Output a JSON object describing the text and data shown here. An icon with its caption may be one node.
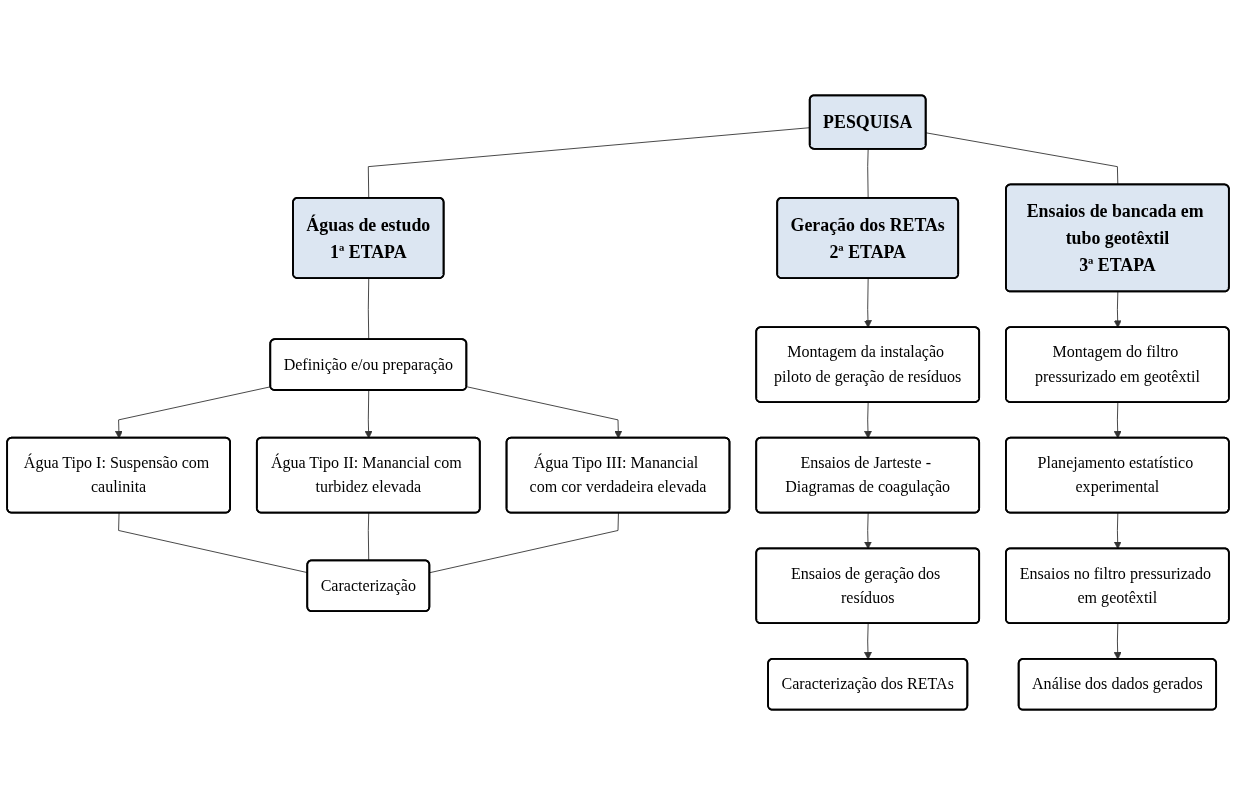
{
  "diagram": {
    "nodes": [
      {
        "text": [
          "PESQUISA"
        ]
      },
      {
        "text": [
          "Águas de estudo",
          "1ª ETAPA"
        ]
      },
      {
        "text": [
          "Geração dos RETAs",
          "2ª ETAPA"
        ]
      },
      {
        "text": [
          "Ensaios de bancada em tubo geotêxtil",
          "3ª ETAPA"
        ]
      },
      {
        "text": [
          "Definição e/ou preparação"
        ]
      },
      {
        "text": [
          "Água Tipo I: Suspensão com caulinita"
        ]
      },
      {
        "text": [
          "Água Tipo II: Manancial com turbidez elevada"
        ]
      },
      {
        "text": [
          "Água Tipo III: Manancial com cor verdadeira elevada"
        ]
      },
      {
        "text": [
          "Caracterização"
        ]
      },
      {
        "text": [
          "Montagem da instalação piloto de geração de resíduos"
        ]
      },
      {
        "text": [
          "Ensaios de Jarteste - Diagramas de coagulação"
        ]
      },
      {
        "text": [
          "Ensaios de geração dos resíduos"
        ]
      },
      {
        "text": [
          "Caracterização dos RETAs"
        ]
      },
      {
        "text": [
          "Montagem do filtro pressurizado em geotêxtil"
        ]
      },
      {
        "text": [
          "Planejamento estatístico experimental"
        ]
      },
      {
        "text": [
          "Ensaios no filtro pressurizado em geotêxtil"
        ]
      },
      {
        "text": [
          "Análise dos dados gerados"
        ]
      }
    ],
    "edges": [
      {
        "from": 0,
        "to": 1,
        "arrow": "none"
      },
      {
        "from": 0,
        "to": 2,
        "arrow": "none"
      },
      {
        "from": 0,
        "to": 3,
        "arrow": "none"
      },
      {
        "from": 1,
        "to": 4,
        "arrow": "none"
      },
      {
        "from": 4,
        "to": 5,
        "arrow": "to"
      },
      {
        "from": 4,
        "to": 6,
        "arrow": "to"
      },
      {
        "from": 4,
        "to": 7,
        "arrow": "to"
      },
      {
        "from": 5,
        "to": 8,
        "arrow": "none"
      },
      {
        "from": 6,
        "to": 8,
        "arrow": "none"
      },
      {
        "from": 7,
        "to": 8,
        "arrow": "none"
      },
      {
        "from": 2,
        "to": 9,
        "arrow": "to"
      },
      {
        "from": 9,
        "to": 10,
        "arrow": "to"
      },
      {
        "from": 10,
        "to": 11,
        "arrow": "to"
      },
      {
        "from": 11,
        "to": 12,
        "arrow": "to"
      },
      {
        "from": 3,
        "to": 13,
        "arrow": "to"
      },
      {
        "from": 13,
        "to": 14,
        "arrow": "to"
      },
      {
        "from": 14,
        "to": 15,
        "arrow": "to"
      },
      {
        "from": 15,
        "to": 16,
        "arrow": "to"
      }
    ]
  }
}
